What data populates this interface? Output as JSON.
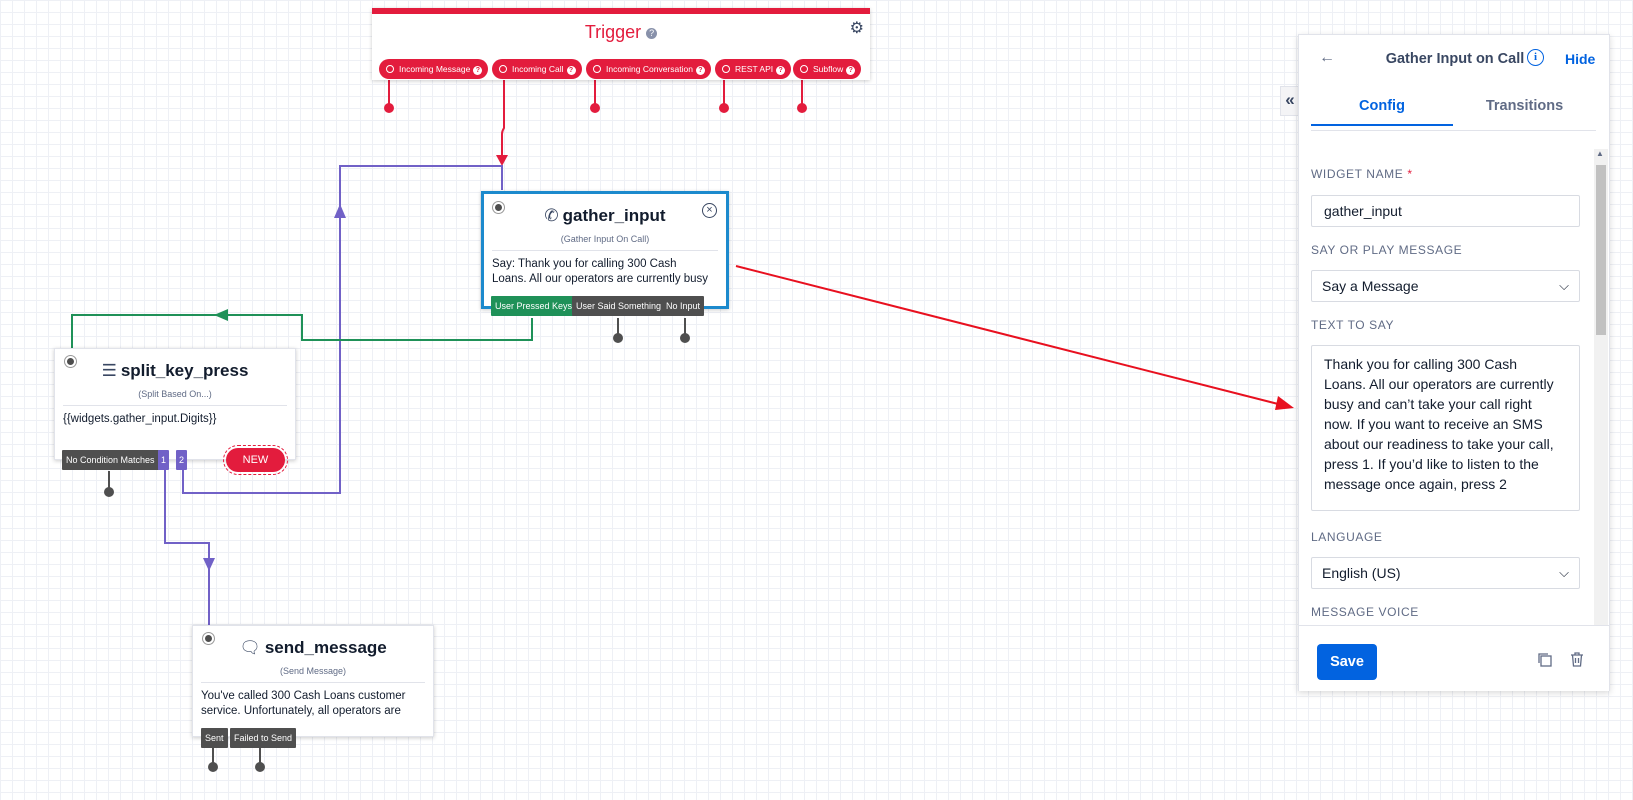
{
  "trigger": {
    "title": "Trigger",
    "help_glyph": "?",
    "pills": [
      {
        "label": "Incoming Message"
      },
      {
        "label": "Incoming Call"
      },
      {
        "label": "Incoming Conversation"
      },
      {
        "label": "REST API"
      },
      {
        "label": "Subflow"
      }
    ]
  },
  "gather_input": {
    "title": "gather_input",
    "subtitle": "(Gather Input On Call)",
    "body_line1": "Say: Thank you for calling 300 Cash",
    "body_line2": "Loans. All our operators are currently busy",
    "transitions": [
      "User Pressed Keys",
      "User Said Something",
      "No Input"
    ]
  },
  "split_key_press": {
    "title": "split_key_press",
    "subtitle": "(Split Based On...)",
    "body": "{{widgets.gather_input.Digits}}",
    "transitions": [
      "No Condition Matches",
      "1",
      "2"
    ],
    "new_badge": "NEW"
  },
  "send_message": {
    "title": "send_message",
    "subtitle": "(Send Message)",
    "body_line1": "You've called 300 Cash Loans customer",
    "body_line2": "service. Unfortunately, all operators are",
    "transitions": [
      "Sent",
      "Failed to Send"
    ]
  },
  "panel": {
    "title": "Gather Input on Call",
    "hide_label": "Hide",
    "tabs": [
      {
        "label": "Config",
        "active": true
      },
      {
        "label": "Transitions",
        "active": false
      }
    ],
    "widget_name_label": "WIDGET NAME",
    "required_mark": "*",
    "widget_name_value": "gather_input",
    "say_or_play_label": "SAY OR PLAY MESSAGE",
    "say_or_play_value": "Say a Message",
    "text_to_say_label": "TEXT TO SAY",
    "text_to_say_lines": [
      "Thank you for calling 300 Cash",
      "Loans. All our operators are currently",
      "busy and can’t take your call right",
      "now. If you want to receive an SMS",
      "about our readiness to take your call,",
      "press 1. If you’d like to listen to the",
      "message once again, press 2"
    ],
    "language_label": "LANGUAGE",
    "language_value": "English (US)",
    "message_voice_label": "MESSAGE VOICE",
    "save_label": "Save"
  },
  "colors": {
    "trigger_red": "#e31c3d",
    "selected_blue": "#1c8acd",
    "wire_purple": "#7161c7",
    "wire_green": "#1f9158",
    "accent_blue": "#0263e0"
  },
  "icons": [
    "gear-icon",
    "phone-icon",
    "split-icon",
    "chat-icon",
    "close-icon",
    "back-arrow-icon",
    "info-icon",
    "collapse-icon",
    "chevron-down-icon",
    "copy-icon",
    "trash-icon"
  ]
}
